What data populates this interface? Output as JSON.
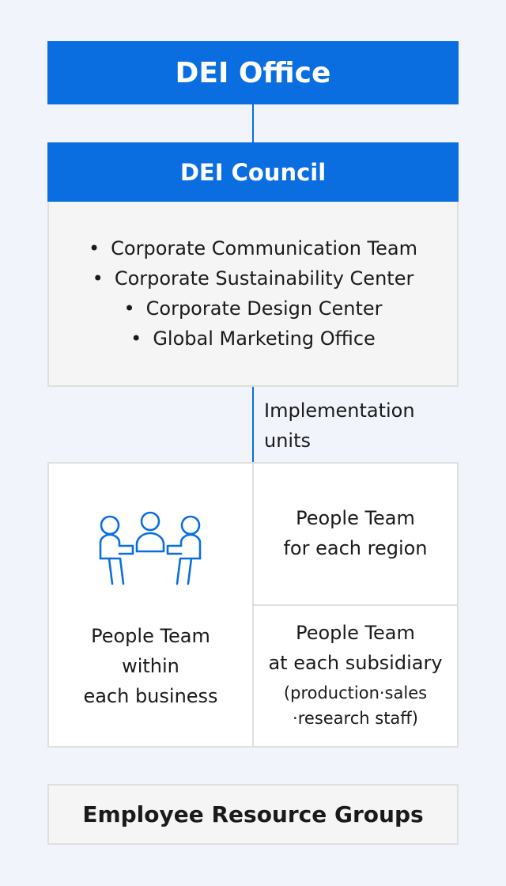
{
  "office": {
    "title": "DEI Office"
  },
  "council": {
    "title": "DEI Council",
    "members": [
      "Corporate Communication Team",
      "Corporate Sustainability Center",
      "Corporate Design Center",
      "Global Marketing Office"
    ]
  },
  "implementation": {
    "label_line1": "Implementation",
    "label_line2": "units"
  },
  "business": {
    "line1": "People Team",
    "line2": "within",
    "line3": "each business"
  },
  "region": {
    "line1": "People Team",
    "line2": "for each region"
  },
  "subsidiary": {
    "line1": "People Team",
    "line2": "at each subsidiary",
    "note_line1": "(production·sales",
    "note_line2": "·research staff)"
  },
  "erg": {
    "title": "Employee Resource Groups"
  },
  "colors": {
    "accent": "#0b6ee0",
    "panel": "#f5f5f5",
    "border": "#dfdfdf",
    "background": "#f1f4fb"
  },
  "icons": {
    "people": "people-meeting-icon"
  }
}
